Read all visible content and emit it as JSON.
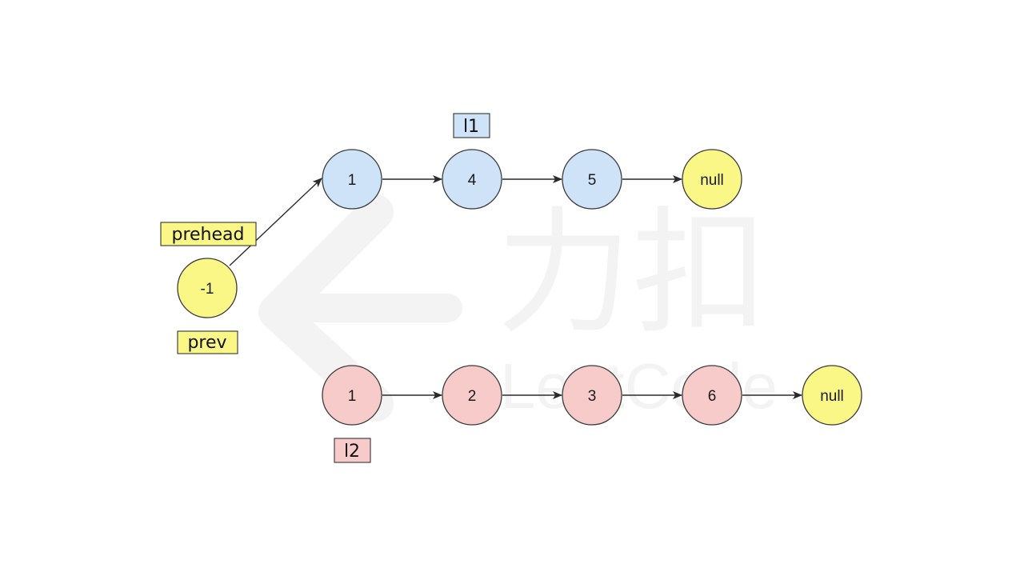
{
  "watermark": {
    "brand_cn": "力扣",
    "brand_en": "LeetCode"
  },
  "colors": {
    "yellow": "#fbf787",
    "blue": "#cfe3f8",
    "pink": "#f8cbcb",
    "stroke": "#3a3a3a"
  },
  "labels": {
    "prehead": "prehead",
    "prev": "prev",
    "l1": "l1",
    "l2": "l2"
  },
  "nodes": {
    "prehead": "-1",
    "l1": [
      "1",
      "4",
      "5",
      "null"
    ],
    "l2": [
      "1",
      "2",
      "3",
      "6",
      "null"
    ]
  }
}
